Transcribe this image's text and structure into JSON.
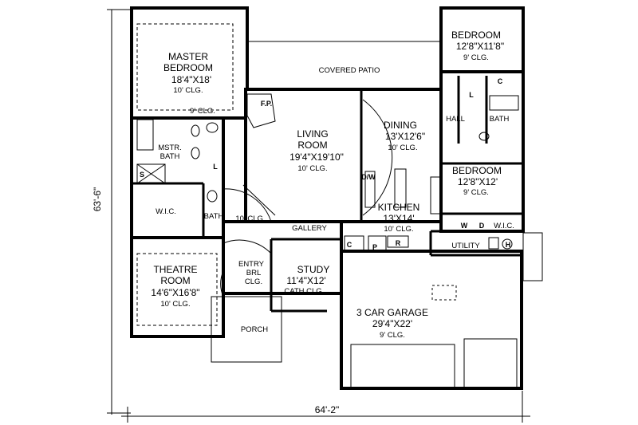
{
  "dimensions": {
    "width_label": "64'-2\"",
    "height_label": "63'-6\""
  },
  "rooms": {
    "master_bedroom": {
      "name_line1": "MASTER",
      "name_line2": "BEDROOM",
      "size": "18'4\"X18'",
      "clg": "10' CLG."
    },
    "covered_patio": {
      "name": "COVERED PATIO"
    },
    "bedroom_1": {
      "name": "BEDROOM",
      "size": "12'8\"X11'8\"",
      "clg": "9' CLG."
    },
    "living_room": {
      "name_line1": "LIVING",
      "name_line2": "ROOM",
      "size": "19'4\"X19'10\"",
      "clg": "10' CLG."
    },
    "dining": {
      "name": "DINING",
      "size": "13'X12'6\"",
      "clg": "10' CLG."
    },
    "bedroom_2": {
      "name": "BEDROOM",
      "size": "12'8\"X12'",
      "clg": "9' CLG."
    },
    "kitchen": {
      "name": "KITCHEN",
      "size": "13'X14'",
      "clg": "10' CLG."
    },
    "theatre_room": {
      "name_line1": "THEATRE",
      "name_line2": "ROOM",
      "size": "14'6\"X16'8\"",
      "clg": "10' CLG."
    },
    "study": {
      "name": "STUDY",
      "size": "11'4\"X12'",
      "clg": "CATH CLG"
    },
    "garage": {
      "name": "3 CAR GARAGE",
      "size": "29'4\"X22'",
      "clg": "9' CLG."
    },
    "entry": {
      "name": "ENTRY",
      "clg_line1": "BRL",
      "clg_line2": "CLG."
    },
    "porch": {
      "name": "PORCH"
    },
    "gallery": {
      "name": "GALLERY"
    },
    "utility": {
      "name": "UTILITY"
    },
    "hall": {
      "name": "HALL"
    },
    "bath_right": {
      "name": "BATH"
    },
    "mstr_bath": {
      "name_line1": "MSTR.",
      "name_line2": "BATH"
    },
    "wic_master": {
      "name": "W.I.C."
    },
    "wic_right": {
      "name": "W.I.C."
    },
    "bath_left": {
      "name": "BATH"
    }
  },
  "labels": {
    "clg_9_master": "9' CLG.",
    "clg_10_gallery": "10' CLG.",
    "fp": "F.P.",
    "dw": "D/W",
    "closet_c1": "C",
    "closet_c2": "C",
    "pantry_p": "P",
    "refrig_r": "R",
    "linen_l1": "L",
    "linen_l2": "L",
    "shower_s": "S",
    "washer_w": "W",
    "dryer_d": "D",
    "water_heater_h": "H"
  }
}
